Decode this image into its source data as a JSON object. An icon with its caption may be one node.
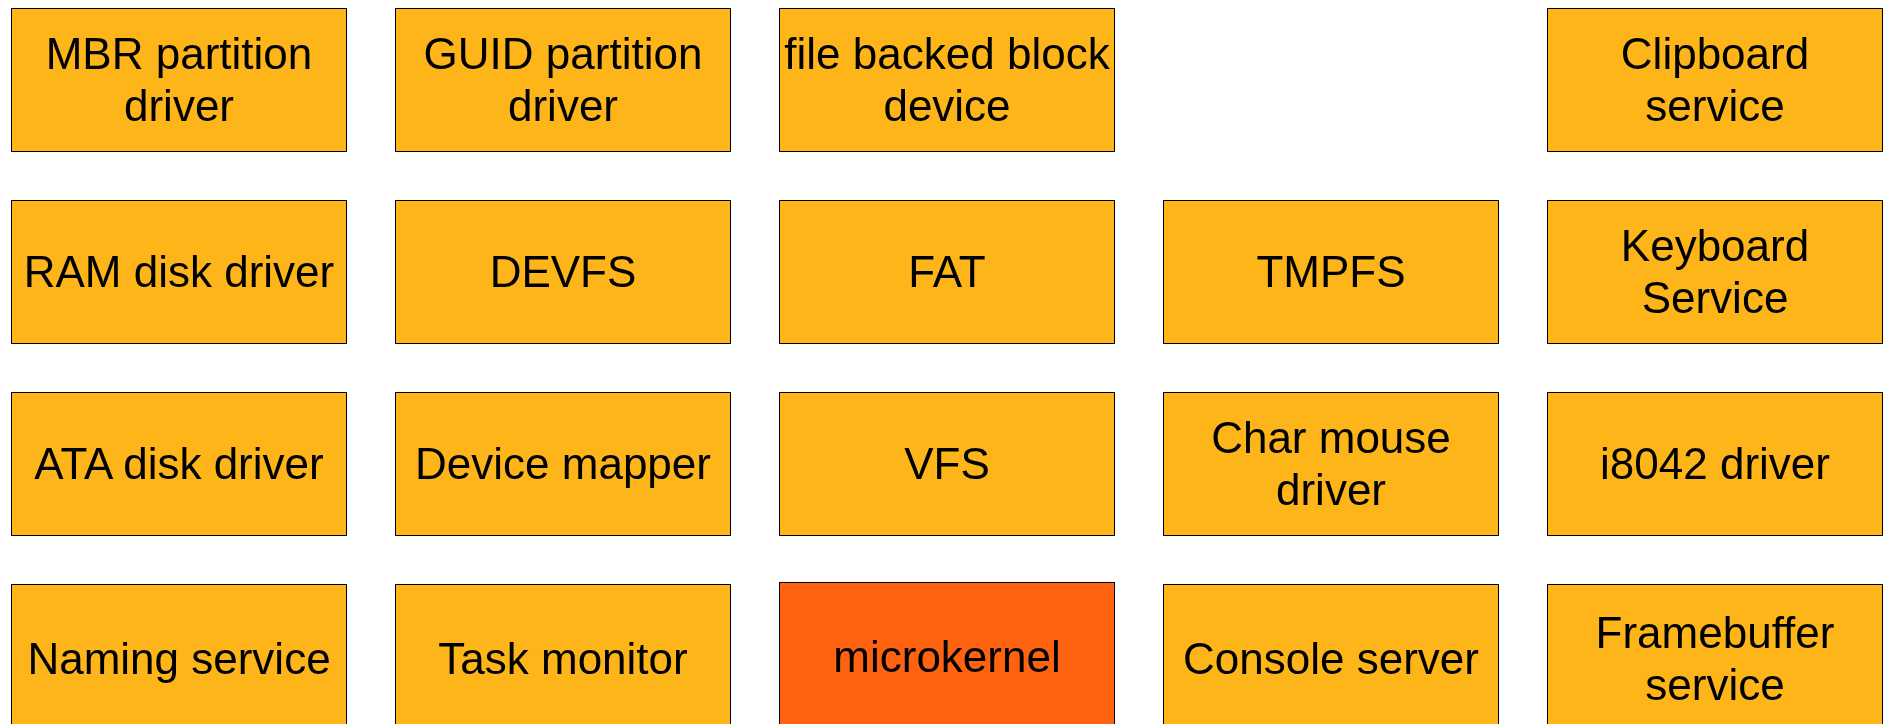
{
  "diagram": {
    "nodes": [
      {
        "text": [
          "MBR partition driver"
        ]
      },
      {
        "text": [
          "GUID partition driver"
        ]
      },
      {
        "text": [
          "file backed block device"
        ]
      },
      {
        "text": [
          "Clipboard service"
        ]
      },
      {
        "text": [
          "RAM disk driver"
        ]
      },
      {
        "text": [
          "DEVFS"
        ]
      },
      {
        "text": [
          "FAT"
        ]
      },
      {
        "text": [
          "TMPFS"
        ]
      },
      {
        "text": [
          "Keyboard Service"
        ]
      },
      {
        "text": [
          "ATA disk driver"
        ]
      },
      {
        "text": [
          "Device mapper"
        ]
      },
      {
        "text": [
          "VFS"
        ]
      },
      {
        "text": [
          "Char mouse driver"
        ]
      },
      {
        "text": [
          "i8042 driver"
        ]
      },
      {
        "text": [
          "Naming service"
        ]
      },
      {
        "text": [
          "Task monitor"
        ]
      },
      {
        "text": [
          "microkernel"
        ]
      },
      {
        "text": [
          "Console server"
        ]
      },
      {
        "text": [
          "Framebuffer service"
        ]
      }
    ]
  }
}
